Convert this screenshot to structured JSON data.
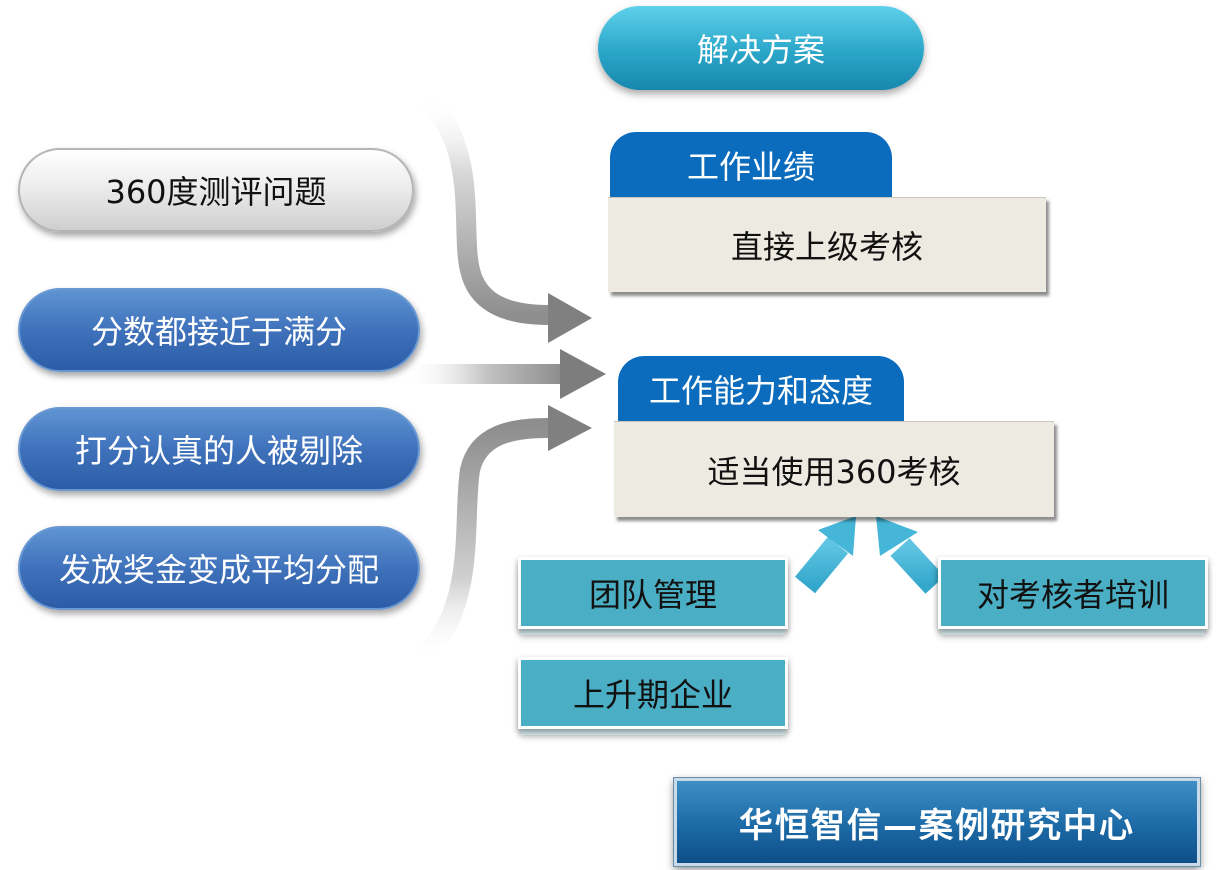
{
  "title": "解决方案",
  "problems": {
    "header": "360度测评问题",
    "items": [
      "分数都接近于满分",
      "打分认真的人被剔除",
      "发放奖金变成平均分配"
    ]
  },
  "solutions": [
    {
      "tab": "工作业绩",
      "box": "直接上级考核"
    },
    {
      "tab": "工作能力和态度",
      "box": "适当使用360考核"
    }
  ],
  "factors": [
    "团队管理",
    "对考核者培训",
    "上升期企业"
  ],
  "footer": "华恒智信—案例研究中心",
  "colors": {
    "tab_blue": "#0b6cbd",
    "problem_blue": "#3f72bb",
    "title_teal": "#2aa6c9",
    "factor_teal": "#4aaec4",
    "box_beige": "#edebe1"
  }
}
